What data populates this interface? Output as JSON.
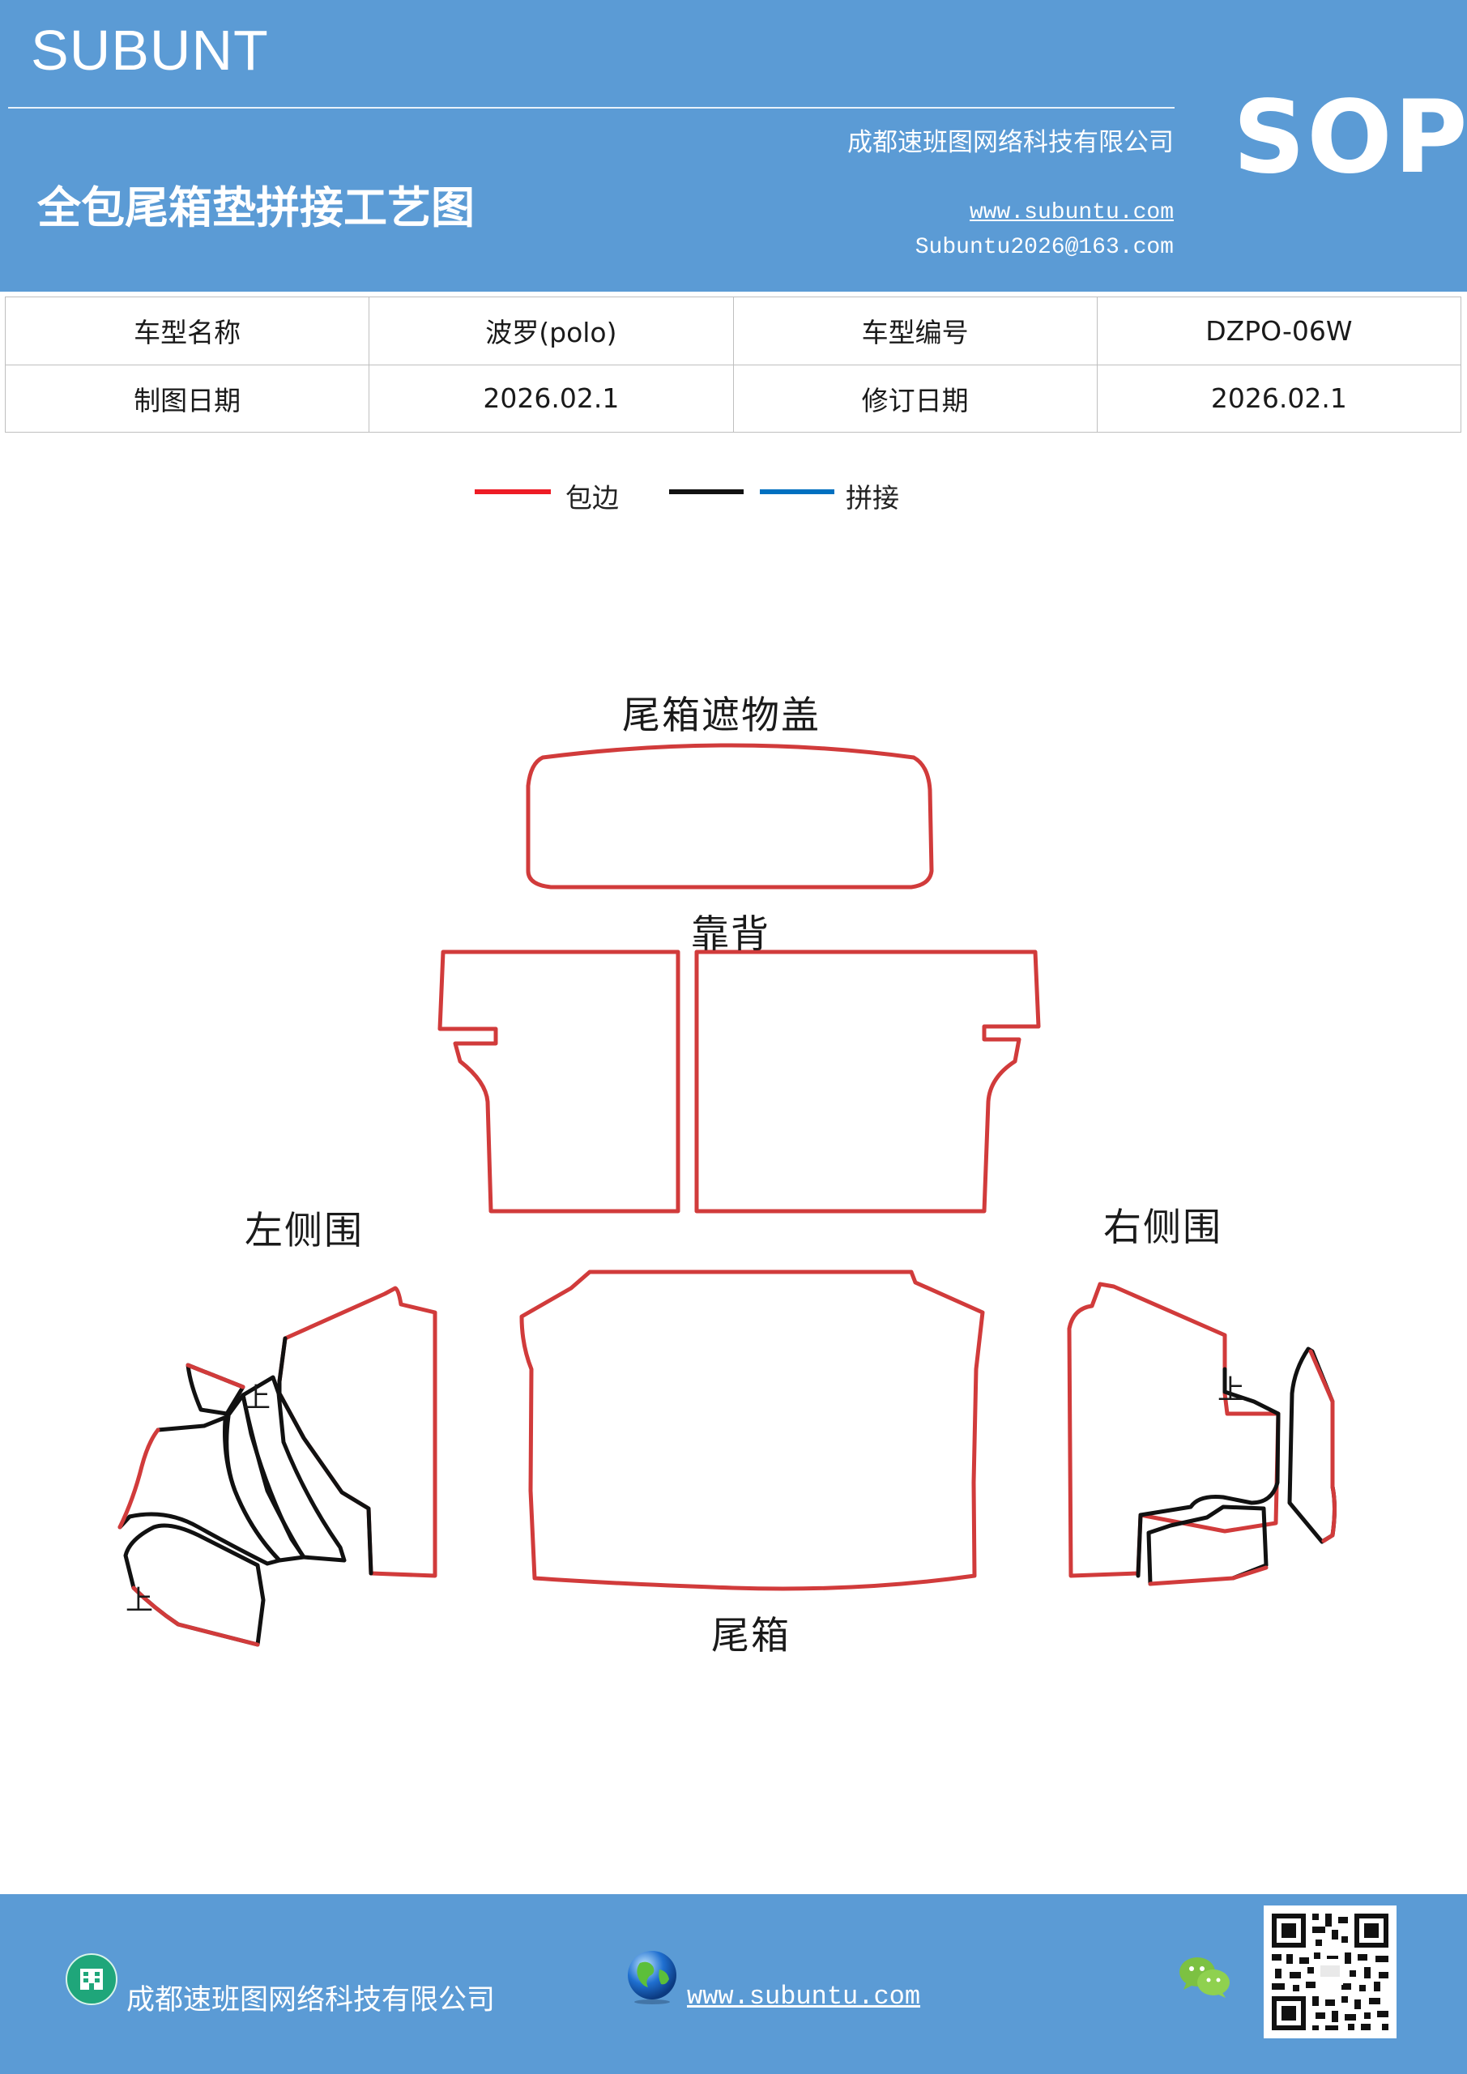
{
  "header": {
    "brand": "SUBUNT",
    "company": "成都速班图网络科技有限公司",
    "title": "全包尾箱垫拼接工艺图",
    "website": "www.subuntu.com",
    "email": "Subuntu2026@163.com",
    "badge": "SOP"
  },
  "info_table": [
    [
      "车型名称",
      "波罗(polo)",
      "车型编号",
      "DZPO-06W"
    ],
    [
      "制图日期",
      "2026.02.1",
      "修订日期",
      "2026.02.1"
    ]
  ],
  "legend": {
    "edging_label": "包边",
    "splice_label": "拼接",
    "edging_color": "#ee1c25",
    "black_color": "#111111",
    "splice_color": "#0070c0"
  },
  "diagram": {
    "labels": {
      "cover": "尾箱遮物盖",
      "backrest": "靠背",
      "left_side": "左侧围",
      "right_side": "右侧围",
      "trunk": "尾箱"
    },
    "up_mark": "上",
    "outline_color": "#d13b3b"
  },
  "footer": {
    "company": "成都速班图网络科技有限公司",
    "website": "www.subuntu.com"
  }
}
